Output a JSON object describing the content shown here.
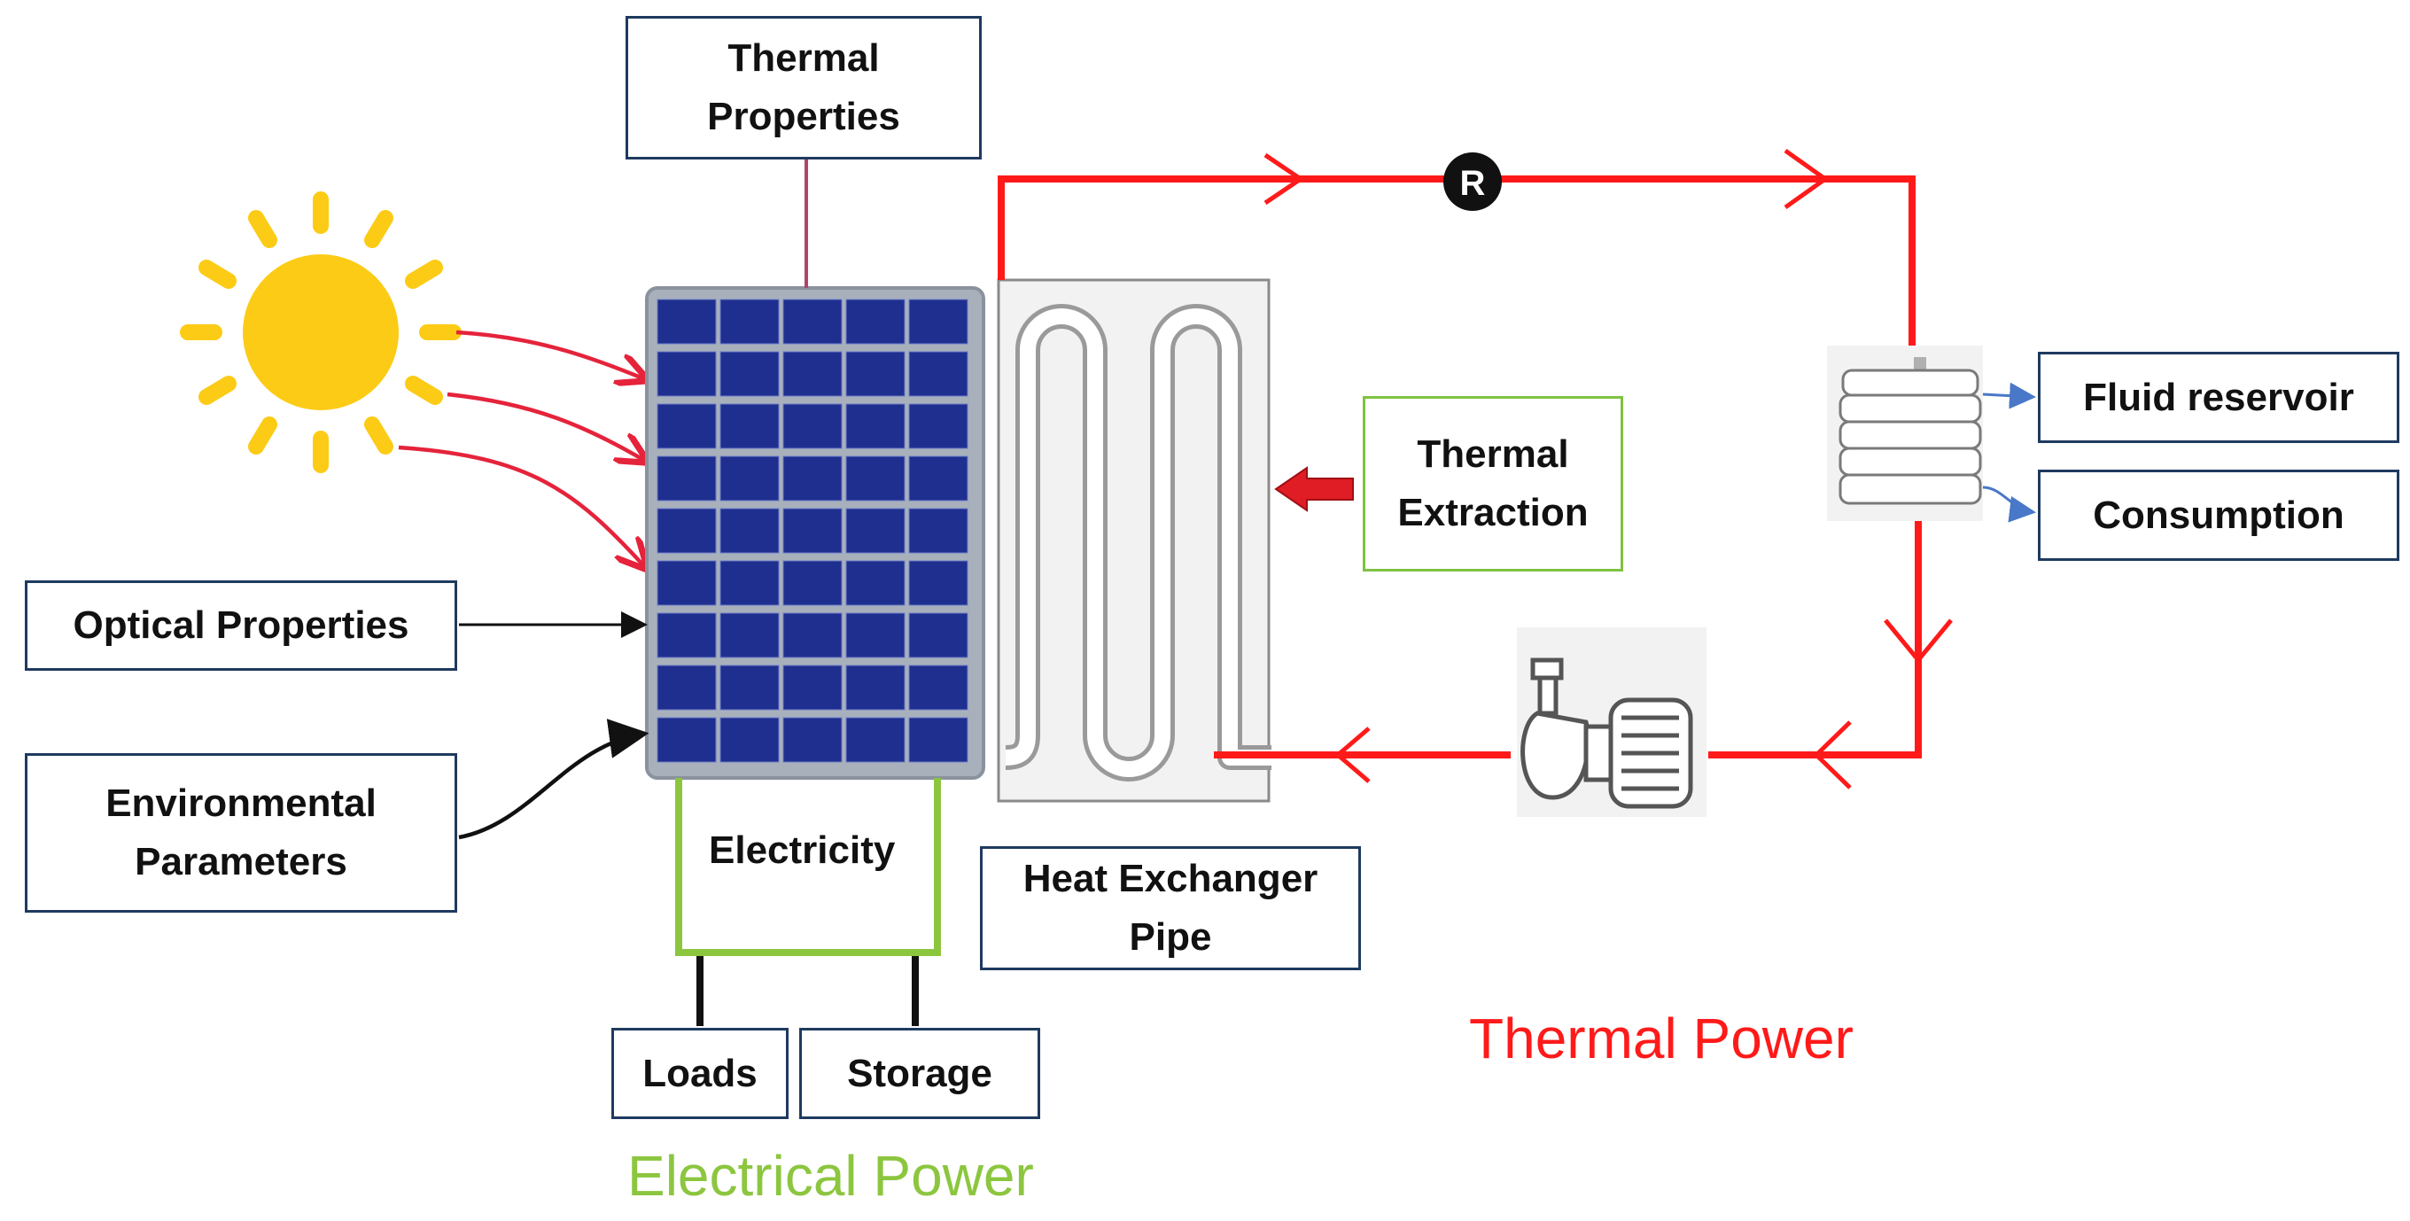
{
  "labels": {
    "thermal_properties": "Thermal Properties",
    "optical_properties": "Optical Properties",
    "environmental_parameters": "Environmental Parameters",
    "electricity": "Electricity",
    "loads": "Loads",
    "storage": "Storage",
    "electrical_power": "Electrical Power",
    "heat_exchanger_pipe": "Heat Exchanger Pipe",
    "thermal_extraction": "Thermal Extraction",
    "thermal_power": "Thermal Power",
    "fluid_reservoir": "Fluid reservoir",
    "consumption": "Consumption",
    "regulator_symbol": "R"
  },
  "colors": {
    "thermal_loop": "#ff1a1a",
    "electric_loop": "#8cc63f",
    "sun": "#fccb16",
    "panel_cell": "#1e2f8f",
    "panel_frame": "#a8b0bc",
    "box_border": "#1f3a5f",
    "green_box_border": "#7fc241",
    "electrical_power_text": "#8cc63f",
    "thermal_power_text": "#ff1a1a",
    "reservoir_link": "#4a78c8"
  },
  "icons": {
    "sun": "sun-icon",
    "panel": "solar-panel-icon",
    "heat_exchanger": "serpentine-pipe-icon",
    "regulator": "regulator-r-icon",
    "tank": "storage-tank-icon",
    "pump": "pump-motor-icon"
  }
}
